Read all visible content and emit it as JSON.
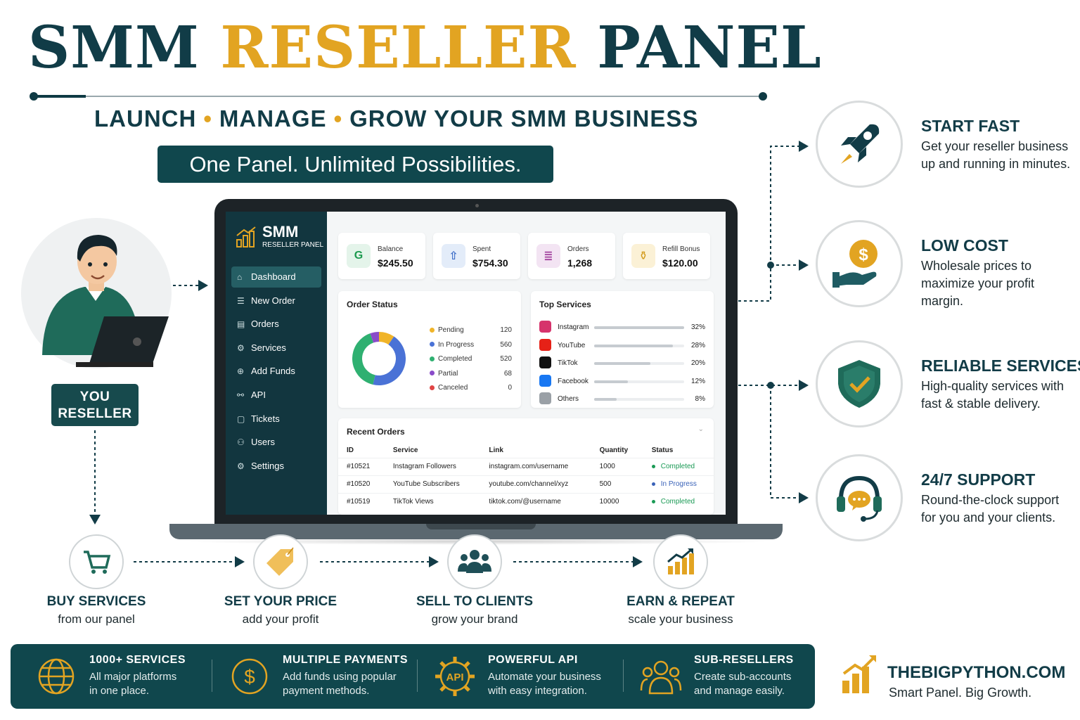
{
  "title": {
    "part1": "SMM",
    "part2": "RESELLER",
    "part3": "PANEL"
  },
  "subtitle": {
    "w1": "LAUNCH",
    "w2": "MANAGE",
    "w3": "GROW YOUR SMM BUSINESS",
    "sep": "•"
  },
  "tagline": "One Panel. Unlimited Possibilities.",
  "you_label": {
    "line1": "YOU",
    "line2": "RESELLER"
  },
  "panel": {
    "logo_title": "SMM",
    "logo_sub": "RESELLER PANEL",
    "nav": [
      {
        "label": "Dashboard",
        "icon": "home-icon",
        "glyph": "⌂"
      },
      {
        "label": "New Order",
        "icon": "cart-icon",
        "glyph": "☰"
      },
      {
        "label": "Orders",
        "icon": "orders-icon",
        "glyph": "▤"
      },
      {
        "label": "Services",
        "icon": "services-icon",
        "glyph": "⚙"
      },
      {
        "label": "Add Funds",
        "icon": "funds-icon",
        "glyph": "⊕"
      },
      {
        "label": "API",
        "icon": "api-icon",
        "glyph": "⚯"
      },
      {
        "label": "Tickets",
        "icon": "tickets-icon",
        "glyph": "▢"
      },
      {
        "label": "Users",
        "icon": "users-icon",
        "glyph": "⚇"
      },
      {
        "label": "Settings",
        "icon": "settings-icon",
        "glyph": "⚙"
      }
    ],
    "stats": [
      {
        "label": "Balance",
        "value": "$245.50",
        "glyph": "G",
        "bg": "#e4f4ea",
        "fg": "#1d9a4f"
      },
      {
        "label": "Spent",
        "value": "$754.30",
        "glyph": "⇧",
        "bg": "#e3ecf9",
        "fg": "#3b6cc7"
      },
      {
        "label": "Orders",
        "value": "1,268",
        "glyph": "≣",
        "bg": "#f3e4f3",
        "fg": "#a2409d"
      },
      {
        "label": "Refill Bonus",
        "value": "$120.00",
        "glyph": "⚱",
        "bg": "#fbf1d6",
        "fg": "#d39b1c"
      }
    ],
    "order_status": {
      "title": "Order Status",
      "items": [
        {
          "label": "Pending",
          "value": "120",
          "color": "#f0b429"
        },
        {
          "label": "In Progress",
          "value": "560",
          "color": "#4a72d6"
        },
        {
          "label": "Completed",
          "value": "520",
          "color": "#2fb071"
        },
        {
          "label": "Partial",
          "value": "68",
          "color": "#8a4bc9"
        },
        {
          "label": "Canceled",
          "value": "0",
          "color": "#e04545"
        }
      ]
    },
    "top_services": {
      "title": "Top Services",
      "items": [
        {
          "name": "Instagram",
          "pct": "32%",
          "frac": 0.32,
          "color": "#d6336c",
          "icon": "instagram-icon"
        },
        {
          "name": "YouTube",
          "pct": "28%",
          "frac": 0.28,
          "color": "#e62117",
          "icon": "youtube-icon"
        },
        {
          "name": "TikTok",
          "pct": "20%",
          "frac": 0.2,
          "color": "#111111",
          "icon": "tiktok-icon"
        },
        {
          "name": "Facebook",
          "pct": "12%",
          "frac": 0.12,
          "color": "#1877f2",
          "icon": "facebook-icon"
        },
        {
          "name": "Others",
          "pct": "8%",
          "frac": 0.08,
          "color": "#9aa0a6",
          "icon": "others-icon"
        }
      ]
    },
    "recent_orders": {
      "title": "Recent Orders",
      "headers": [
        "ID",
        "Service",
        "Link",
        "Quantity",
        "Status"
      ],
      "rows": [
        {
          "id": "#10521",
          "service": "Instagram Followers",
          "link": "instagram.com/username",
          "qty": "1000",
          "status": "Completed"
        },
        {
          "id": "#10520",
          "service": "YouTube Subscribers",
          "link": "youtube.com/channel/xyz",
          "qty": "500",
          "status": "In Progress"
        },
        {
          "id": "#10519",
          "service": "TikTok Views",
          "link": "tiktok.com/@username",
          "qty": "10000",
          "status": "Completed"
        }
      ]
    }
  },
  "features": [
    {
      "title": "START FAST",
      "desc": "Get your reseller business up and running in minutes.",
      "icon": "rocket-icon"
    },
    {
      "title": "LOW COST",
      "desc": "Wholesale prices to maximize your profit margin.",
      "icon": "dollar-hand-icon"
    },
    {
      "title": "RELIABLE SERVICES",
      "desc": "High-quality services with fast & stable delivery.",
      "icon": "shield-check-icon"
    },
    {
      "title": "24/7 SUPPORT",
      "desc": "Round-the-clock support for you and your clients.",
      "icon": "headset-icon"
    }
  ],
  "steps": [
    {
      "title": "BUY SERVICES",
      "sub": "from our panel",
      "icon": "cart-icon"
    },
    {
      "title": "SET YOUR PRICE",
      "sub": "add your profit",
      "icon": "price-tag-icon"
    },
    {
      "title": "SELL TO CLIENTS",
      "sub": "grow your brand",
      "icon": "clients-icon"
    },
    {
      "title": "EARN & REPEAT",
      "sub": "scale your business",
      "icon": "growth-chart-icon"
    }
  ],
  "bottom": [
    {
      "title": "1000+ SERVICES",
      "l1": "All major platforms",
      "l2": "in one place.",
      "icon": "globe-icon"
    },
    {
      "title": "MULTIPLE PAYMENTS",
      "l1": "Add funds using popular",
      "l2": "payment methods.",
      "icon": "coin-icon"
    },
    {
      "title": "POWERFUL API",
      "l1": "Automate your business",
      "l2": "with easy integration.",
      "icon": "api-gear-icon"
    },
    {
      "title": "SUB-RESELLERS",
      "l1": "Create sub-accounts",
      "l2": "and manage easily.",
      "icon": "team-icon"
    }
  ],
  "brand": {
    "name": "THEBIGPYTHON.COM",
    "slogan": "Smart Panel. Big Growth."
  },
  "colors": {
    "teal": "#10474d",
    "gold": "#e2a422",
    "navy": "#123c47"
  }
}
